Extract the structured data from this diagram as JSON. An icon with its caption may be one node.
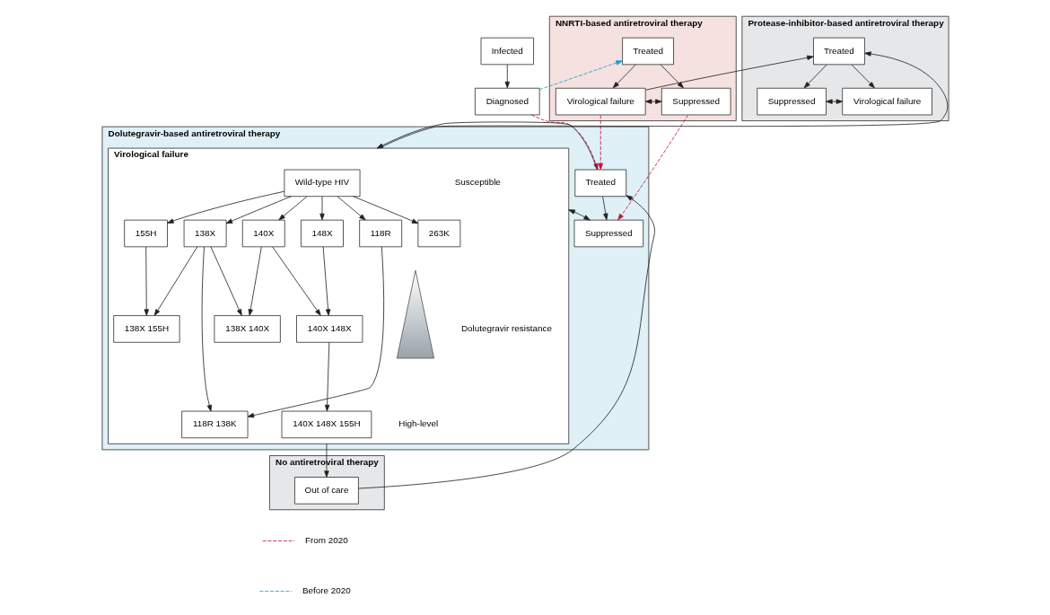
{
  "diagram": {
    "nodes": [
      {
        "text": [
          "Infected"
        ]
      },
      {
        "text": [
          "Diagnosed"
        ]
      },
      {
        "text": [
          "NNRTI-based antiretroviral therapy"
        ]
      },
      {
        "text": [
          "Treated"
        ],
        "in": 2
      },
      {
        "text": [
          "Suppressed"
        ],
        "in": 2
      },
      {
        "text": [
          "Virological failure"
        ],
        "in": 2
      },
      {
        "text": [
          "Protease-inhibitor-based antiretroviral therapy"
        ]
      },
      {
        "text": [
          "Treated"
        ],
        "in": 6
      },
      {
        "text": [
          "Suppressed"
        ],
        "in": 6
      },
      {
        "text": [
          "Virological failure"
        ],
        "in": 6
      },
      {
        "text": [
          "Dolutegravir-based antiretroviral therapy"
        ]
      },
      {
        "text": [
          "Treated"
        ],
        "in": 10
      },
      {
        "text": [
          "Suppressed"
        ],
        "in": 10
      },
      {
        "text": [
          "Virological failure"
        ],
        "in": 10
      },
      {
        "text": [
          "Wild-type HIV"
        ],
        "in": 13
      },
      {
        "text": [
          "148X"
        ],
        "in": 13
      },
      {
        "text": [
          "140X"
        ],
        "in": 13
      },
      {
        "text": [
          "138X"
        ],
        "in": 13
      },
      {
        "text": [
          "155H"
        ],
        "in": 13
      },
      {
        "text": [
          "118R"
        ],
        "in": 13
      },
      {
        "text": [
          "263K"
        ],
        "in": 13
      },
      {
        "text": [
          "140X 148X"
        ],
        "in": 13
      },
      {
        "text": [
          "138X 140X"
        ],
        "in": 13
      },
      {
        "text": [
          "138X 155H"
        ],
        "in": 13
      },
      {
        "text": [
          "140X 148X 155H"
        ],
        "in": 13
      },
      {
        "text": [
          "118R 138K"
        ],
        "in": 13
      },
      {
        "text": [
          "No antiretroviral therapy"
        ]
      },
      {
        "text": [
          "Out of care"
        ],
        "in": 26
      },
      {
        "text": [],
        "shape": "triangle",
        "in": 13
      }
    ],
    "edges": [
      {
        "from": 0,
        "to": 1,
        "arrow": "to"
      },
      {
        "from": 1,
        "to": 3,
        "arrow": "to",
        "style": "dashed",
        "color": "#1a9fc9"
      },
      {
        "from": 1,
        "to": 11,
        "arrow": "to",
        "style": "dashed",
        "color": "#c0143c"
      },
      {
        "from": 3,
        "to": 4,
        "arrow": "to"
      },
      {
        "from": 3,
        "to": 5,
        "arrow": "to"
      },
      {
        "from": 4,
        "to": 5,
        "arrow": "both"
      },
      {
        "from": 4,
        "to": 12,
        "arrow": "to",
        "style": "dashed",
        "color": "#c0143c"
      },
      {
        "from": 5,
        "to": 11,
        "arrow": "to",
        "style": "dashed",
        "color": "#c0143c"
      },
      {
        "from": 5,
        "to": 7,
        "arrow": "to"
      },
      {
        "from": 7,
        "to": 8,
        "arrow": "to"
      },
      {
        "from": 7,
        "to": 9,
        "arrow": "to"
      },
      {
        "from": 8,
        "to": 9,
        "arrow": "both"
      },
      {
        "from": 11,
        "to": 12,
        "arrow": "to"
      },
      {
        "from": 11,
        "to": 13,
        "arrow": "to"
      },
      {
        "from": 12,
        "to": 13,
        "arrow": "both"
      },
      {
        "from": 13,
        "to": 7,
        "arrow": "to"
      },
      {
        "from": 13,
        "to": 27,
        "arrow": "to"
      },
      {
        "from": 27,
        "to": 11,
        "arrow": "to"
      },
      {
        "from": 14,
        "to": 15,
        "arrow": "to"
      },
      {
        "from": 14,
        "to": 16,
        "arrow": "to"
      },
      {
        "from": 14,
        "to": 17,
        "arrow": "to"
      },
      {
        "from": 14,
        "to": 18,
        "arrow": "to"
      },
      {
        "from": 14,
        "to": 19,
        "arrow": "to"
      },
      {
        "from": 14,
        "to": 20,
        "arrow": "to"
      },
      {
        "from": 15,
        "to": 21,
        "arrow": "to"
      },
      {
        "from": 16,
        "to": 21,
        "arrow": "to"
      },
      {
        "from": 16,
        "to": 22,
        "arrow": "to"
      },
      {
        "from": 17,
        "to": 22,
        "arrow": "to"
      },
      {
        "from": 17,
        "to": 23,
        "arrow": "to"
      },
      {
        "from": 18,
        "to": 23,
        "arrow": "to"
      },
      {
        "from": 21,
        "to": 24,
        "arrow": "to"
      },
      {
        "from": 17,
        "to": 25,
        "arrow": "to"
      },
      {
        "from": 19,
        "to": 25,
        "arrow": "to"
      }
    ],
    "labels": [
      "Susceptible",
      "Dolutegravir resistance",
      "High-level"
    ],
    "legend": [
      {
        "text": "From 2020"
      },
      {
        "text": "Before 2020"
      }
    ]
  }
}
